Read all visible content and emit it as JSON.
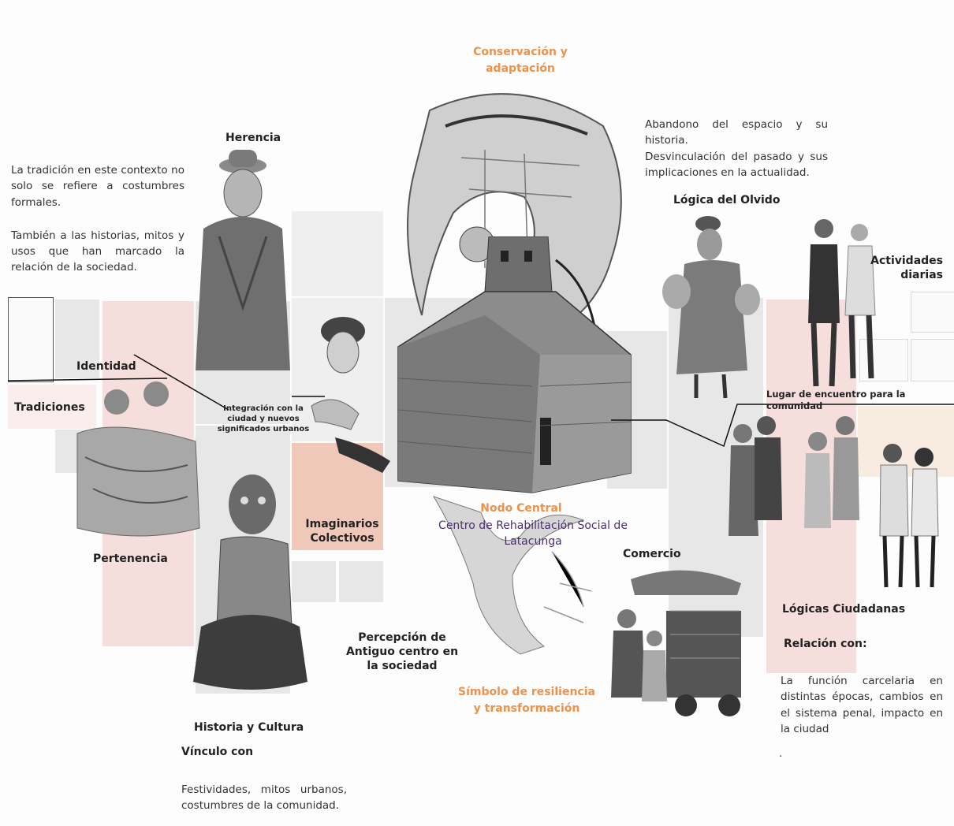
{
  "labels": {
    "conservacion": "Conservación y adaptación",
    "herencia": "Herencia",
    "logica_olvido": "Lógica del Olvido",
    "actividades": "Actividades diarias",
    "identidad": "Identidad",
    "tradiciones": "Tradiciones",
    "integracion": "Integración con la ciudad y nuevos significados urbanos",
    "lugar_encuentro": "Lugar de encuentro para la comunidad",
    "nodo_central": "Nodo Central",
    "centro": "Centro de Rehabilitación Social de Latacunga",
    "imaginarios": "Imaginarios Colectivos",
    "pertenencia": "Pertenencia",
    "comercio": "Comercio",
    "logicas_ciudadanas": "Lógicas Ciudadanas",
    "relacion_con": "Relación con:",
    "percepcion": "Percepción de Antiguo centro en la sociedad",
    "simbolo": "Símbolo de resiliencia y transformación",
    "historia_cultura": "Historia y Cultura",
    "vinculo_con": "Vínculo con"
  },
  "paragraphs": {
    "tradicion_1": "La tradición en este contexto no solo se refiere a costumbres formales.",
    "tradicion_2": "También a las historias, mitos y usos que han marcado la relación de la sociedad.",
    "abandono_1": "Abandono del espacio y su historia.",
    "abandono_2": "Desvinculación del pasado y sus implicaciones en la actualidad.",
    "carcelaria": "La función carcelaria en distintas épocas, cambios en el sistema penal, impacto en la ciudad",
    "dot": ".",
    "festividades": "Festividades, mitos urbanos, costumbres de la comunidad."
  },
  "colors": {
    "orange": "#f0914a",
    "purple": "#4b2e6e",
    "pink_block": "#f6dedd",
    "salmon_block": "#f0c8b9",
    "grey_block": "#e7e7e7"
  },
  "images": [
    "woman-with-hat-image",
    "face-sketch-image",
    "woman-hand-image",
    "prison-building-image",
    "dancers-image",
    "costume-figure-image",
    "vendor-image",
    "walking-people-image"
  ]
}
